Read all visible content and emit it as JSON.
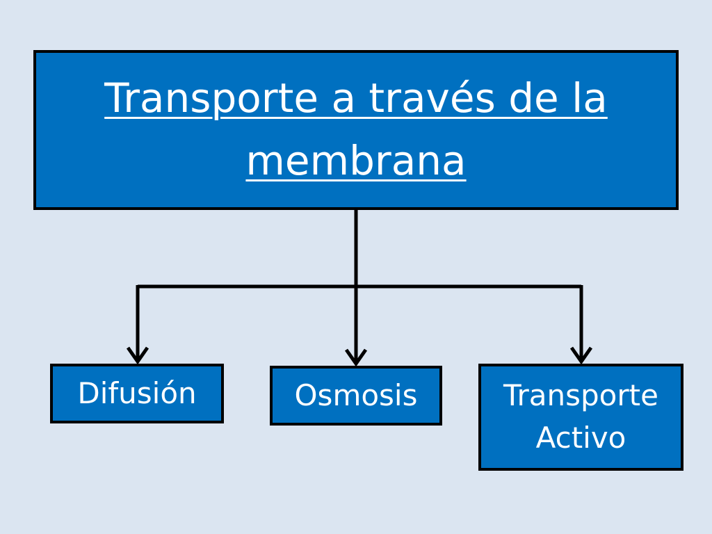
{
  "background_color": "#dbe5f1",
  "box_fill_color": "#0070c0",
  "box_border_color": "#000000",
  "text_color": "#ffffff",
  "title": "Transporte a través de la membrana",
  "children": [
    {
      "label": "Difusión"
    },
    {
      "label": "Osmosis"
    },
    {
      "label": "Transporte Activo"
    }
  ]
}
